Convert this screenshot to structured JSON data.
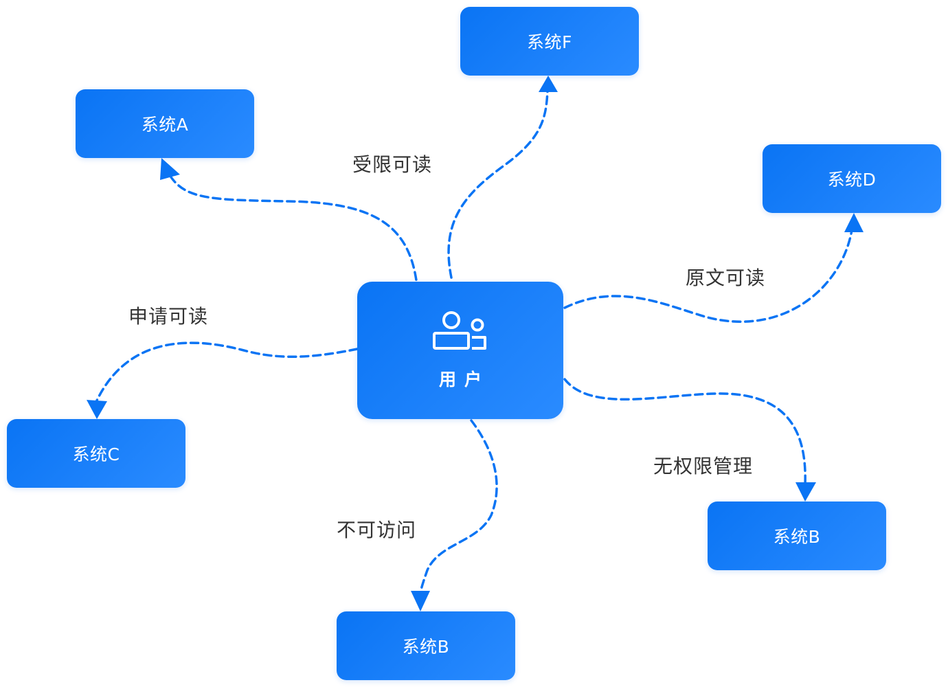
{
  "colors": {
    "node_fill": "#0a74f4",
    "node_fill_light": "#2a8bff",
    "node_text": "#ffffff",
    "edge_stroke": "#0a74f4",
    "label_text": "#333333",
    "background": "#ffffff"
  },
  "center_node": {
    "label": "用户",
    "icon": "user-group-icon"
  },
  "nodes": {
    "system_a": "系统A",
    "system_f": "系统F",
    "system_d": "系统D",
    "system_c": "系统C",
    "system_b_bottom": "系统B",
    "system_b_right": "系统B"
  },
  "edge_labels": {
    "to_system_a_f": "受限可读",
    "to_system_d": "原文可读",
    "to_system_c": "申请可读",
    "to_system_b_bottom": "不可访问",
    "to_system_b_right": "无权限管理"
  }
}
